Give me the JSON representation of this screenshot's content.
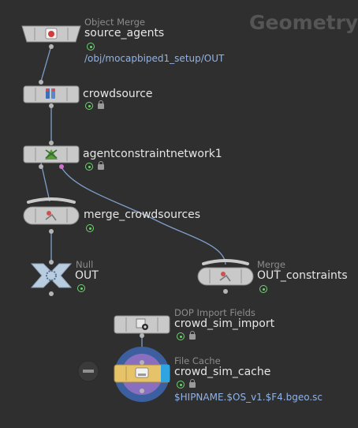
{
  "network": {
    "context_label": "Geometry"
  },
  "nodes": {
    "source_agents": {
      "type": "Object Merge",
      "name": "source_agents",
      "path": "/obj/mocapbiped1_setup/OUT"
    },
    "crowdsource": {
      "name": "crowdsource"
    },
    "agentconstraintnetwork1": {
      "name": "agentconstraintnetwork1"
    },
    "merge_crowdsources": {
      "name": "merge_crowdsources"
    },
    "out": {
      "type": "Null",
      "name": "OUT"
    },
    "out_constraints": {
      "type": "Merge",
      "name": "OUT_constraints"
    },
    "crowd_sim_import": {
      "type": "DOP Import Fields",
      "name": "crowd_sim_import"
    },
    "crowd_sim_cache": {
      "type": "File Cache",
      "name": "crowd_sim_cache",
      "path": "$HIPNAME.$OS_v1.$F4.bgeo.sc"
    }
  },
  "icons": {
    "source_agents": "object-merge-icon",
    "crowdsource": "crowd-source-icon",
    "agentconstraintnetwork1": "agent-constraint-icon",
    "merge": "merge-icon",
    "null": "null-icon",
    "dop_import": "dop-import-icon",
    "file_cache": "file-cache-icon"
  },
  "colors": {
    "background": "#2f2f2f",
    "node_body": "#c9c9c9",
    "wire": "#7e9fc9",
    "selected_wire_port": "#d06fd0",
    "file_cache_ring": "#3c5fa0",
    "file_cache_inner": "#8a6fc0",
    "file_cache_body": "#e6c269",
    "display_flag": "#2fa4e0",
    "cook_flag": "#6fd46f",
    "path_text": "#8fb3e8"
  }
}
